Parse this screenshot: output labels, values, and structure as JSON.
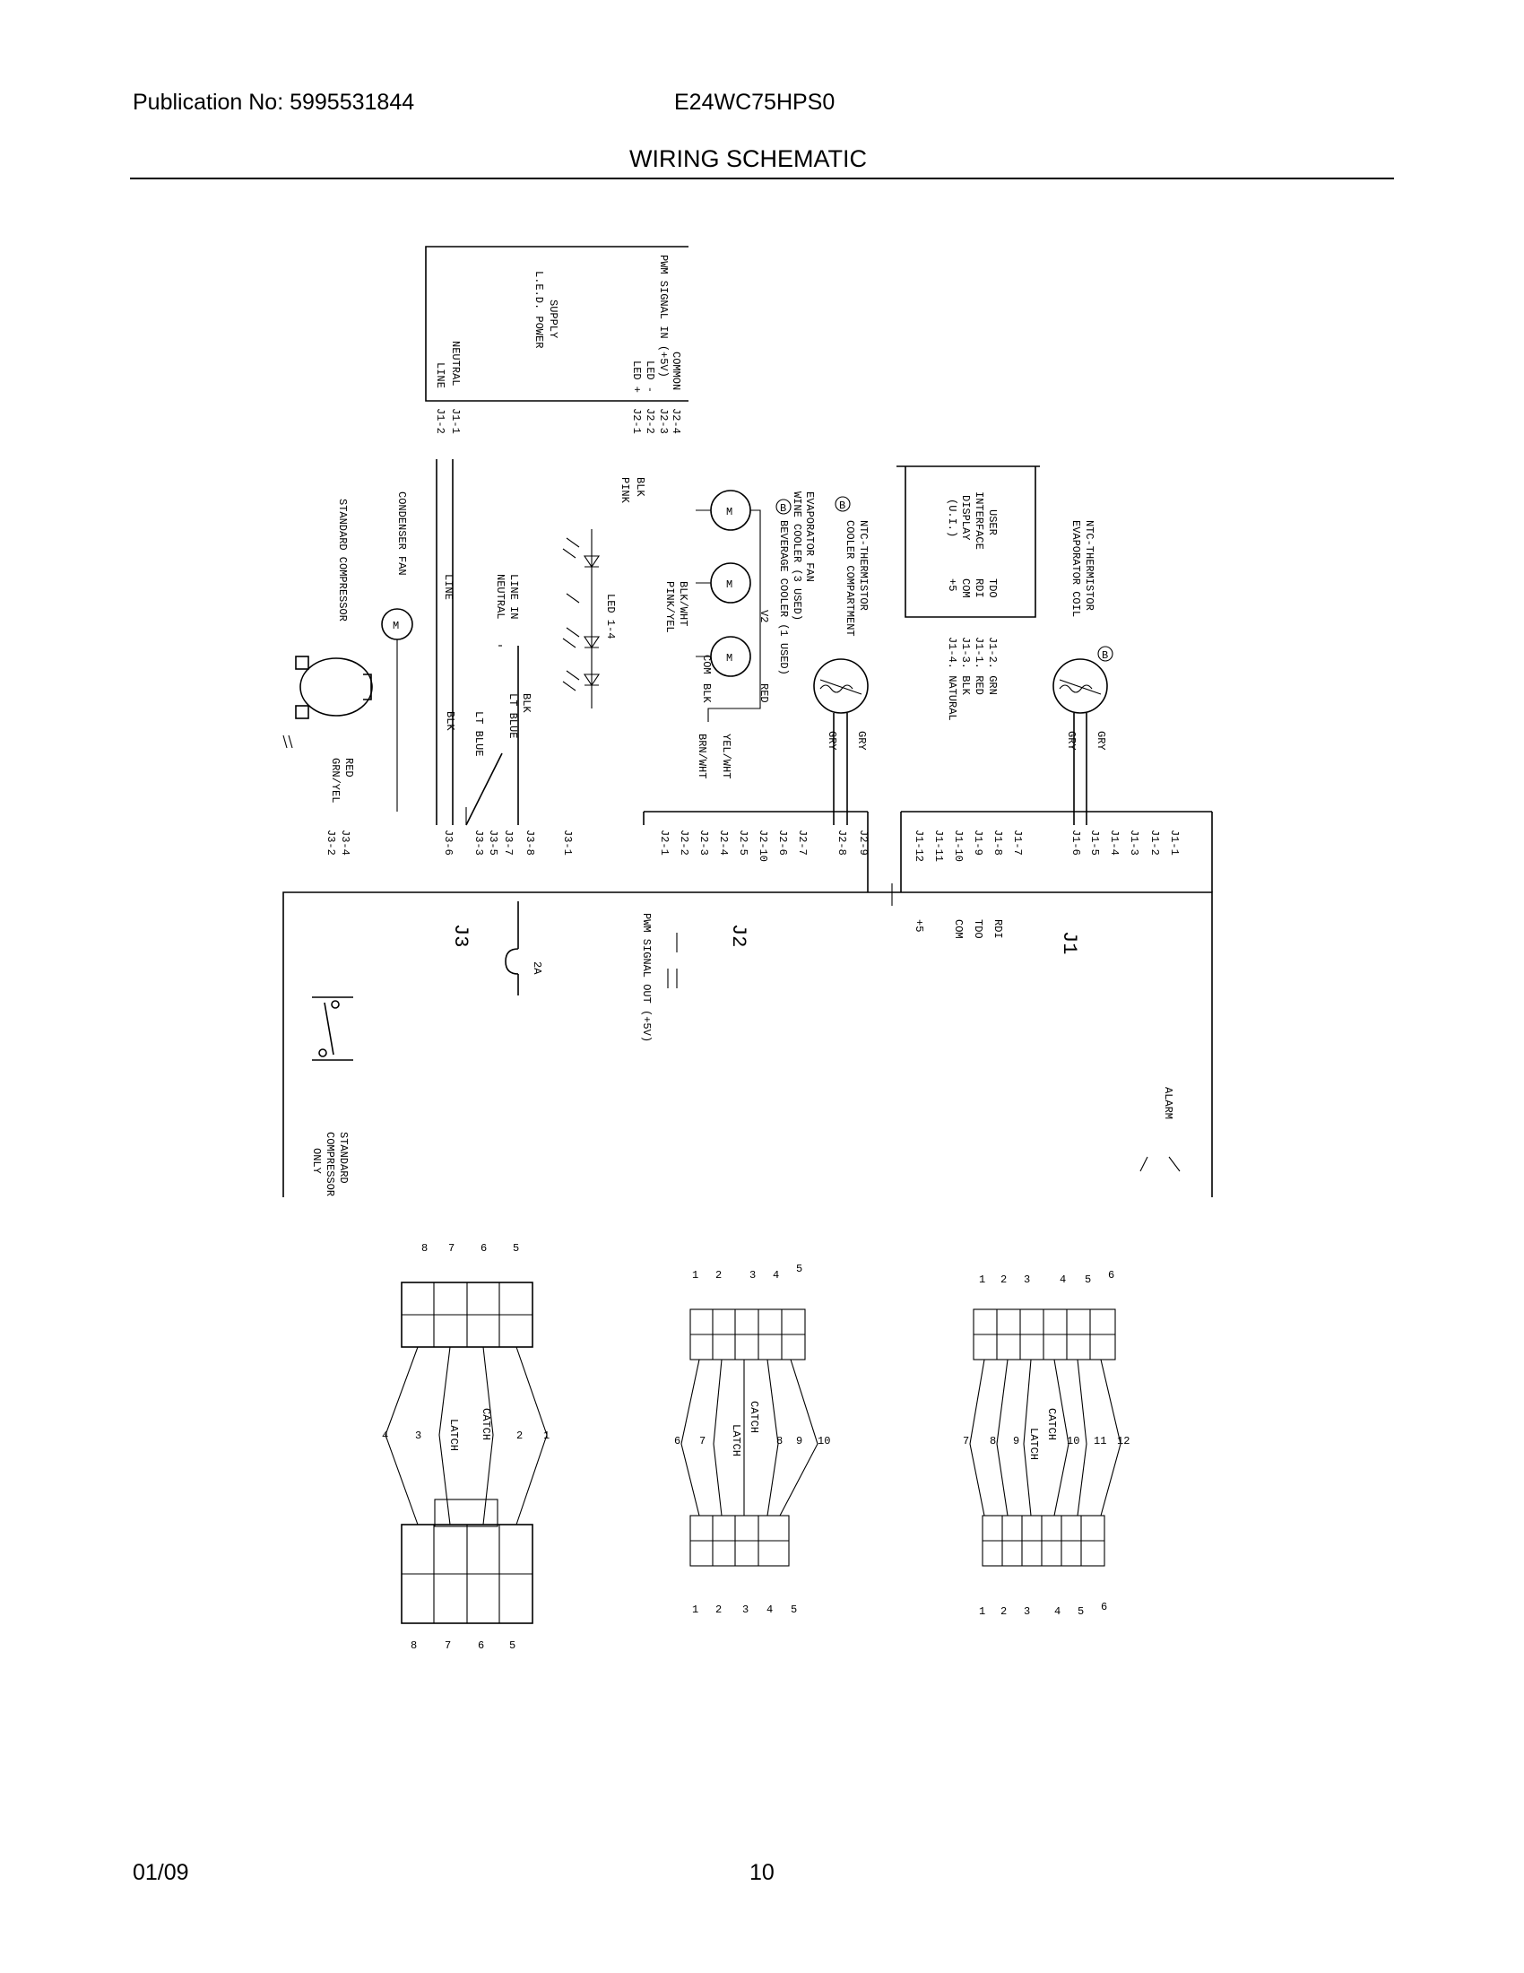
{
  "header": {
    "publication": "Publication No: 5995531844",
    "model": "E24WC75HPS0",
    "title": "WIRING SCHEMATIC"
  },
  "footer": {
    "date": "01/09",
    "page_number": "10"
  },
  "led_power_supply": {
    "title": [
      "L.E.D. POWER",
      "SUPPLY"
    ],
    "pins": [
      {
        "name": "COMMON",
        "pin": "J2-4"
      },
      {
        "name": "PWM SIGNAL IN (+5V)",
        "pin": "J2-3"
      },
      {
        "name": "LED -",
        "pin": "J2-2"
      },
      {
        "name": "LED +",
        "pin": "J2-1"
      },
      {
        "name": "NEUTRAL",
        "pin": "J1-1"
      },
      {
        "name": "LINE",
        "pin": "J1-2"
      }
    ]
  },
  "components": {
    "led": "LED 1-4",
    "condenser_fan": "CONDENSER FAN",
    "compressor": "STANDARD COMPRESSOR",
    "line_in": "LINE IN",
    "neutral": "NEUTRAL",
    "line": "LINE",
    "evap_fan": [
      "EVAPORATOR FAN",
      "WINE COOLER (3 USED)",
      "BEVERAGE COOLER (1 USED)"
    ],
    "com": "COM",
    "v2": "V2",
    "ntc_cooler": [
      "NTC-THERMISTOR",
      "COOLER COMPARTMENT"
    ],
    "ntc_evap": [
      "NTC-THERMISTOR",
      "EVAPORATOR COIL"
    ],
    "motor_symbol": "M",
    "badge": "B",
    "ui": {
      "title": [
        "USER",
        "INTERFACE",
        "DISPLAY",
        "(U.I.)"
      ],
      "pins": [
        "TDO",
        "RDI",
        "COM",
        "+5"
      ]
    },
    "ui_connections": [
      "J1-2.  GRN",
      "J1-1.  RED",
      "J1-3.  BLK",
      "J1-4.  NATURAL"
    ]
  },
  "wire_colors": {
    "blk": "BLK",
    "pink": "PINK",
    "lt_blue": "LT BLUE",
    "red": "RED",
    "grn_yel": "GRN/YEL",
    "blk_wht": "BLK/WHT",
    "pink_yel": "PINK/YEL",
    "yel_wht": "YEL/WHT",
    "brn_wht": "BRN/WHT",
    "gry": "GRY"
  },
  "control_board": {
    "j3_label": "J3",
    "j2_label": "J2",
    "j1_label": "J1",
    "j3_pins": [
      "J3-4",
      "J3-2",
      "J3-6",
      "J3-5",
      "J3-3",
      "J3-7",
      "J3-8",
      "J3-1"
    ],
    "j2_pins": [
      "J2-1",
      "J2-2",
      "J2-3",
      "J2-4",
      "J2-5",
      "J2-10",
      "J2-6",
      "J2-7",
      "J2-8",
      "J2-9"
    ],
    "j1_pins": [
      "J1-12",
      "J1-11",
      "J1-10",
      "J1-9",
      "J1-8",
      "J1-7",
      "J1-6",
      "J1-5",
      "J1-4",
      "J1-3",
      "J1-2",
      "J1-1"
    ],
    "fuse": "2A",
    "pwm_out": "PWM SIGNAL OUT (+5V)",
    "board_pins": [
      "+5",
      "COM",
      "TDO",
      "RDI"
    ],
    "standard_compressor_only": [
      "STANDARD",
      "COMPRESSOR",
      "ONLY"
    ],
    "alarm": "ALARM"
  },
  "connectors": [
    {
      "top_numbers": [
        "8",
        "7",
        "6",
        "5"
      ],
      "side_numbers": [
        "4",
        "3",
        "2",
        "1"
      ],
      "labels": [
        "LATCH",
        "CATCH"
      ],
      "bottom_numbers": [
        "8",
        "7",
        "6",
        "5"
      ]
    },
    {
      "top_numbers": [
        "1",
        "2",
        "3",
        "4",
        "5"
      ],
      "side_numbers": [
        "6",
        "7",
        "8",
        "9",
        "10"
      ],
      "labels": [
        "LATCH",
        "CATCH"
      ],
      "bottom_numbers": [
        "1",
        "2",
        "3",
        "4",
        "5"
      ]
    },
    {
      "top_numbers": [
        "1",
        "2",
        "3",
        "4",
        "5",
        "6"
      ],
      "side_numbers": [
        "7",
        "8",
        "9",
        "10",
        "11",
        "12"
      ],
      "labels": [
        "LATCH",
        "CATCH"
      ],
      "bottom_numbers": [
        "1",
        "2",
        "3",
        "4",
        "5",
        "6"
      ]
    }
  ]
}
